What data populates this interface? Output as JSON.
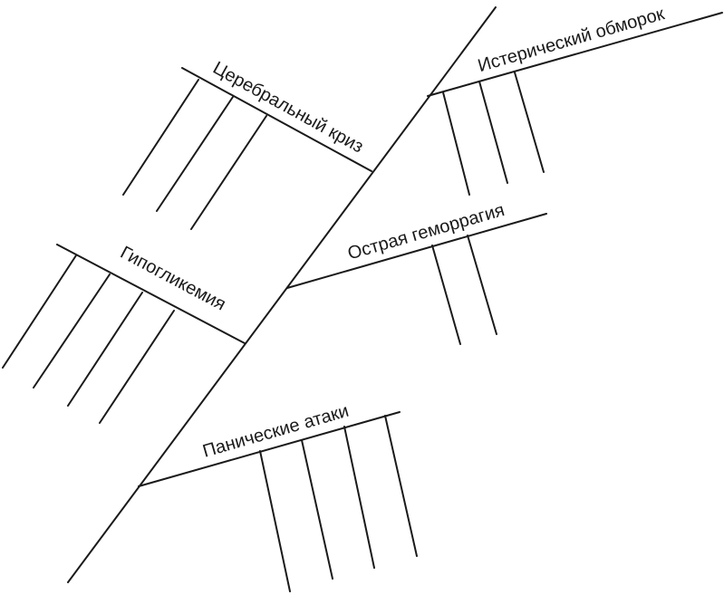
{
  "diagram": {
    "type": "fishbone",
    "branches": [
      {
        "label": "Истерический обморок",
        "rib_count": 3
      },
      {
        "label": "Церебральный криз",
        "rib_count": 3
      },
      {
        "label": "Острая геморрагия",
        "rib_count": 2
      },
      {
        "label": "Гипогликемия",
        "rib_count": 4
      },
      {
        "label": "Панические атаки",
        "rib_count": 4
      }
    ]
  }
}
